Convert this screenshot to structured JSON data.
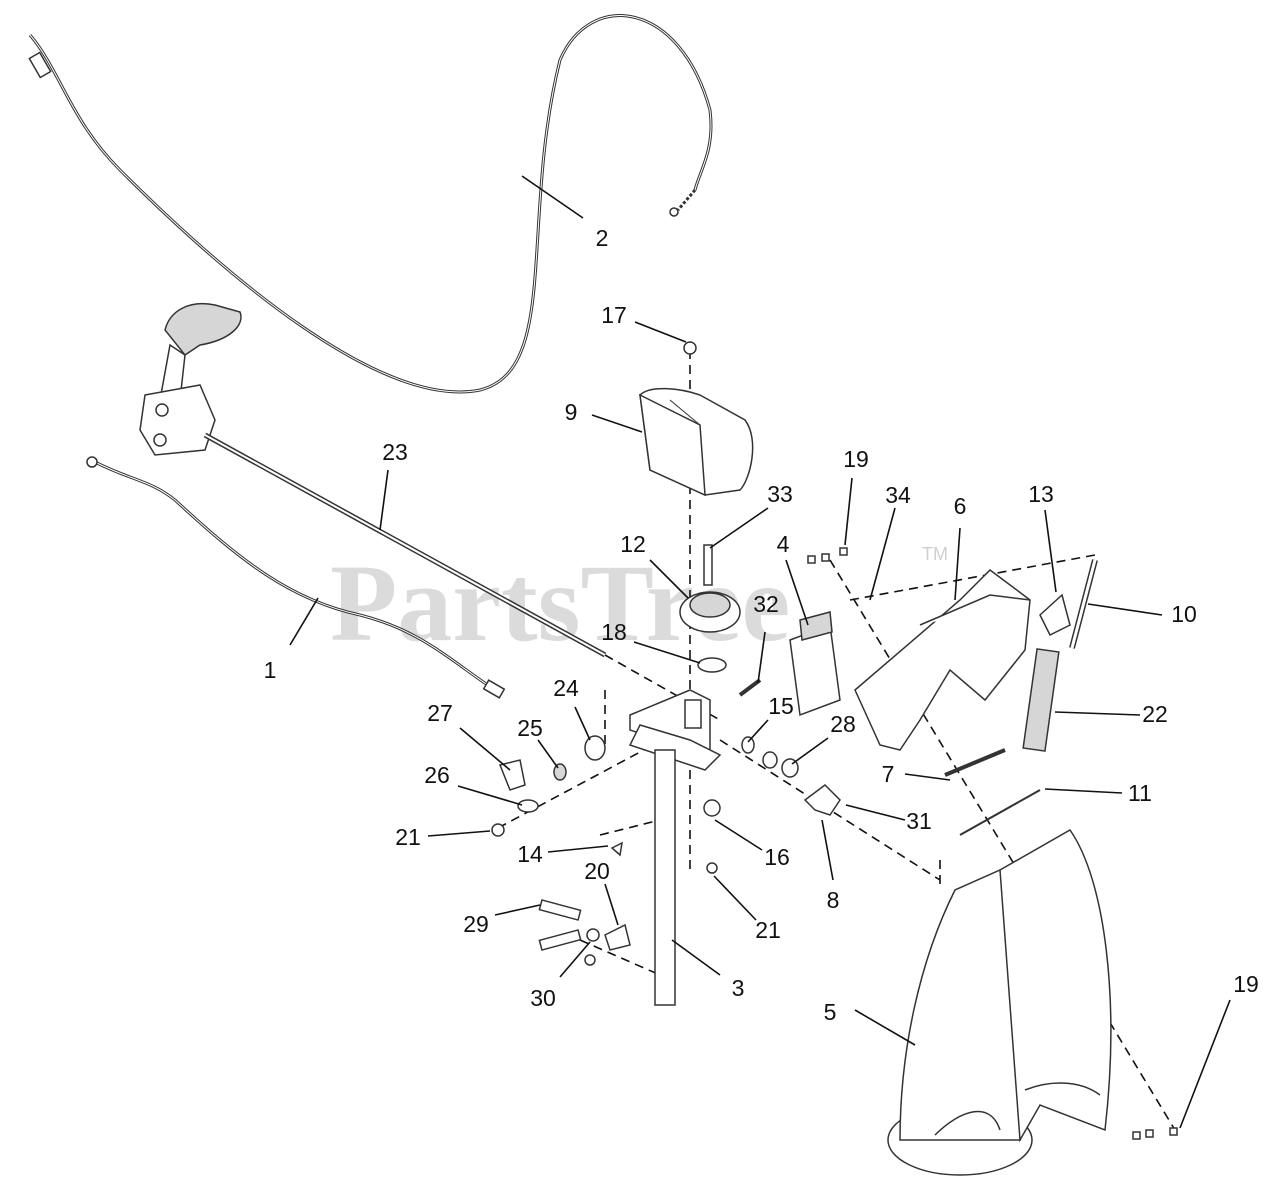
{
  "watermark": {
    "text": "PartsTree",
    "tm": "TM"
  },
  "callouts": [
    {
      "label": "1"
    },
    {
      "label": "2"
    },
    {
      "label": "3"
    },
    {
      "label": "4"
    },
    {
      "label": "5"
    },
    {
      "label": "6"
    },
    {
      "label": "7"
    },
    {
      "label": "8"
    },
    {
      "label": "9"
    },
    {
      "label": "10"
    },
    {
      "label": "11"
    },
    {
      "label": "12"
    },
    {
      "label": "13"
    },
    {
      "label": "14"
    },
    {
      "label": "15"
    },
    {
      "label": "16"
    },
    {
      "label": "17"
    },
    {
      "label": "18"
    },
    {
      "label": "19"
    },
    {
      "label": "19"
    },
    {
      "label": "20"
    },
    {
      "label": "21"
    },
    {
      "label": "21"
    },
    {
      "label": "22"
    },
    {
      "label": "23"
    },
    {
      "label": "24"
    },
    {
      "label": "25"
    },
    {
      "label": "26"
    },
    {
      "label": "27"
    },
    {
      "label": "28"
    },
    {
      "label": "29"
    },
    {
      "label": "30"
    },
    {
      "label": "31"
    },
    {
      "label": "32"
    },
    {
      "label": "33"
    },
    {
      "label": "34"
    }
  ]
}
